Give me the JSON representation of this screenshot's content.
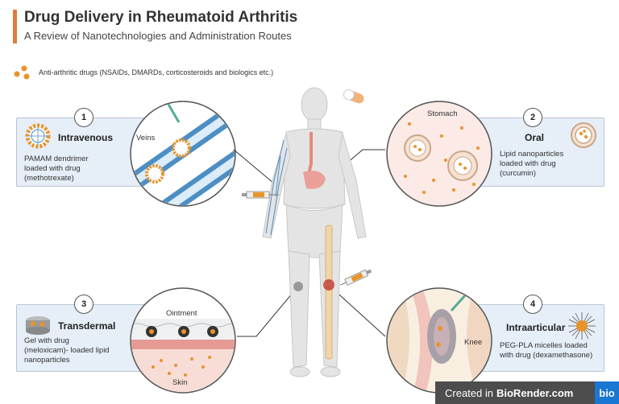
{
  "header": {
    "title": "Drug Delivery in Rheumatoid Arthritis",
    "subtitle": "A Review of Nanotechnologies and Administration Routes"
  },
  "legend": {
    "text": "Anti-arthritic drugs (NSAIDs, DMARDs, corticosteroids and biologics etc.)"
  },
  "routes": [
    {
      "number": "1",
      "name": "Intravenous",
      "description": "PAMAM dendrimer\nloaded with drug\n(methotrexate)",
      "detail_label": "Veins"
    },
    {
      "number": "2",
      "name": "Oral",
      "description": "Lipid nanoparticles\nloaded with drug\n(curcumin)",
      "detail_label": "Stomach"
    },
    {
      "number": "3",
      "name": "Transdermal",
      "description": "Gel with drug\n(meloxicam)- loaded lipid\nnanoparticles",
      "detail_label": "Ointment",
      "detail_label_2": "Skin"
    },
    {
      "number": "4",
      "name": "Intraarticular",
      "description": "PEG-PLA micelles loaded\nwith drug (dexamethasone)",
      "detail_label": "Knee"
    }
  ],
  "footer": {
    "prefix": "Created in",
    "brand": "BioRender.com",
    "badge": "bio"
  },
  "colors": {
    "accent": "#e07b39",
    "panel_bg": "#e6eef7",
    "drug_orange": "#e8942a",
    "vein_blue": "#4d8fc4",
    "skin_pink": "#f3c9c4",
    "body_gray": "#e4e4e4"
  }
}
